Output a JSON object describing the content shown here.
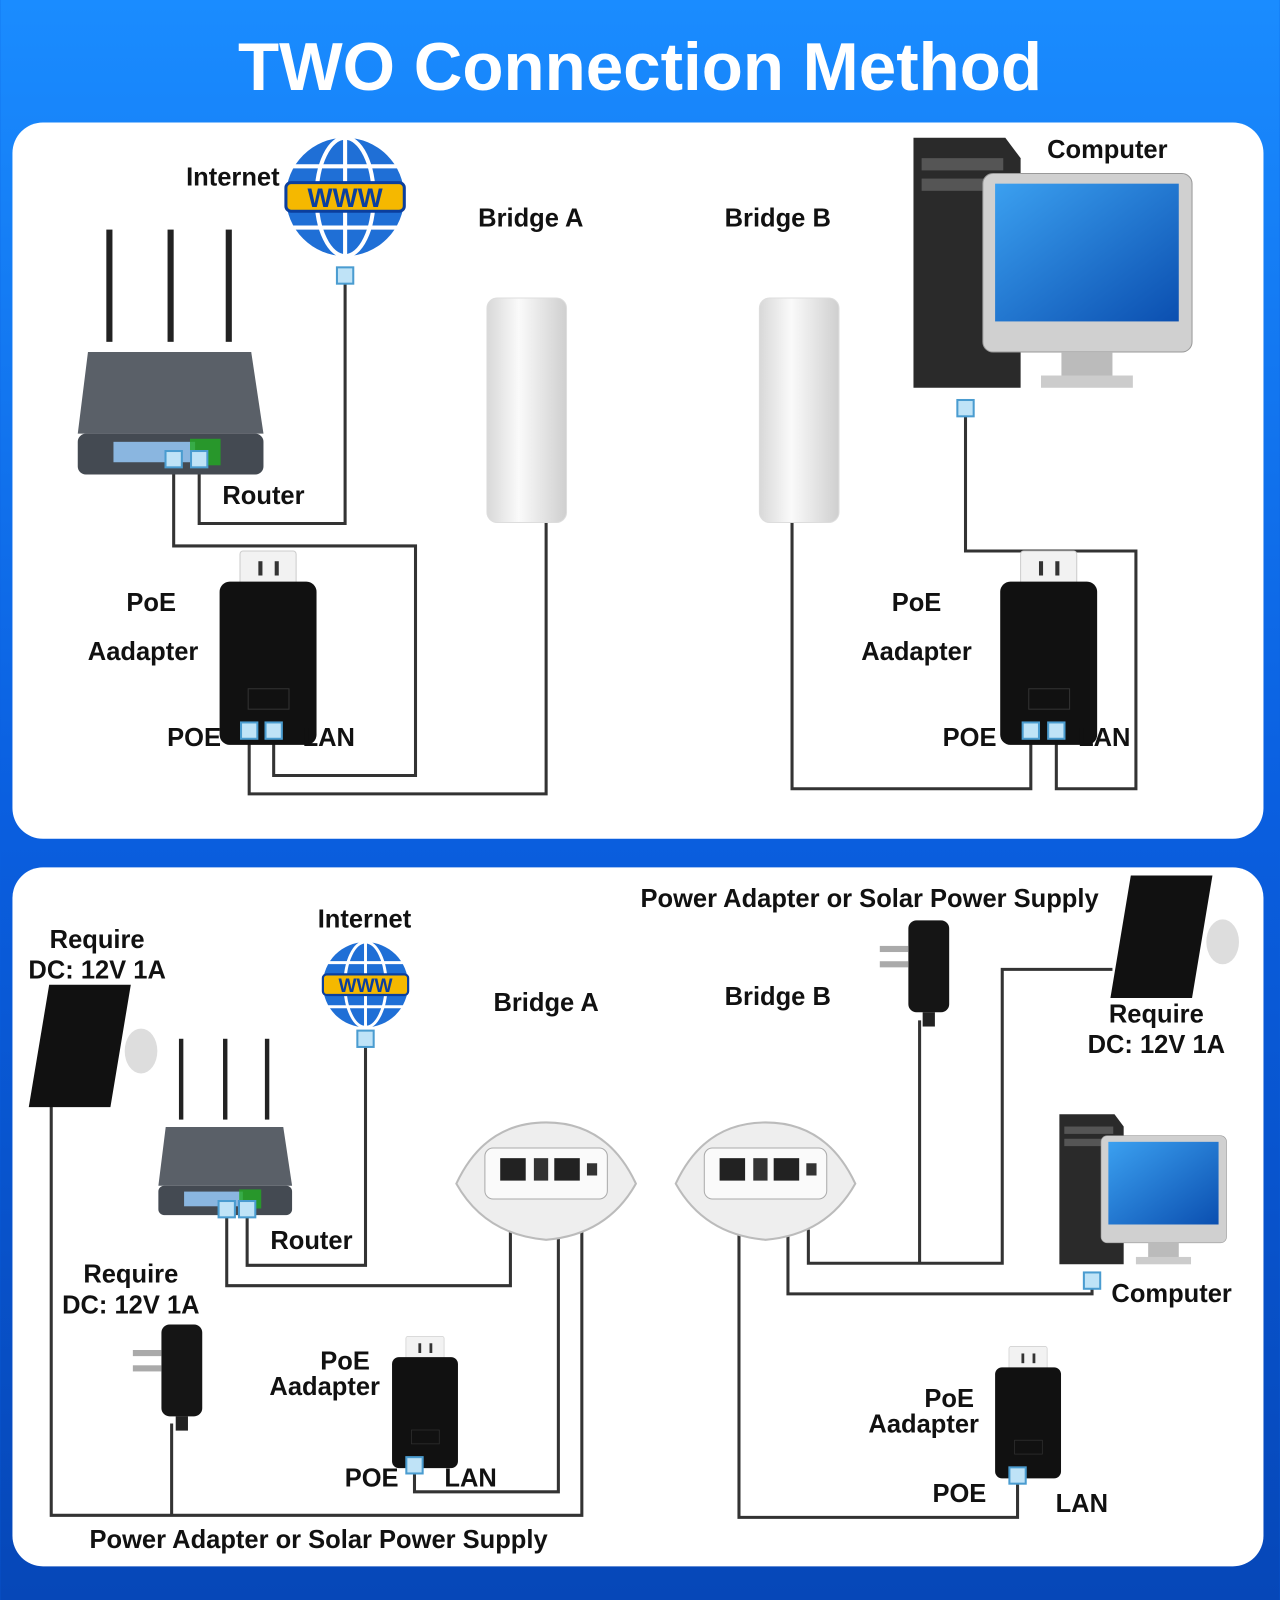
{
  "title": "TWO Connection Method",
  "colors": {
    "background": "#0a5fe0",
    "panel": "#ffffff",
    "globe": "#1f6fd6",
    "www_band": "#f5b800",
    "wire": "#333333"
  },
  "top_panel": {
    "internet": "Internet",
    "router": "Router",
    "bridge_a": "Bridge A",
    "bridge_b": "Bridge B",
    "computer": "Computer",
    "left_poe": {
      "line1": "PoE",
      "line2": "Aadapter",
      "poe_port": "POE",
      "lan_port": "LAN"
    },
    "right_poe": {
      "line1": "PoE",
      "line2": "Aadapter",
      "poe_port": "POE",
      "lan_port": "LAN"
    },
    "globe_text": "WWW"
  },
  "bottom_panel": {
    "internet": "Internet",
    "globe_text": "WWW",
    "router": "Router",
    "bridge_a": "Bridge A",
    "bridge_b": "Bridge B",
    "computer": "Computer",
    "solar_left": {
      "line1": "Require",
      "line2": "DC: 12V 1A"
    },
    "adapter_left": {
      "line1": "Require",
      "line2": "DC: 12V 1A"
    },
    "solar_right": {
      "line1": "Require",
      "line2": "DC: 12V 1A"
    },
    "power_top": "Power Adapter or Solar Power Supply",
    "power_bottom": "Power Adapter or Solar Power Supply",
    "left_poe": {
      "line1": "PoE",
      "line2": "Aadapter",
      "poe_port": "POE",
      "lan_port": "LAN"
    },
    "right_poe": {
      "line1": "PoE",
      "line2": "Aadapter",
      "poe_port": "POE",
      "lan_port": "LAN"
    }
  }
}
